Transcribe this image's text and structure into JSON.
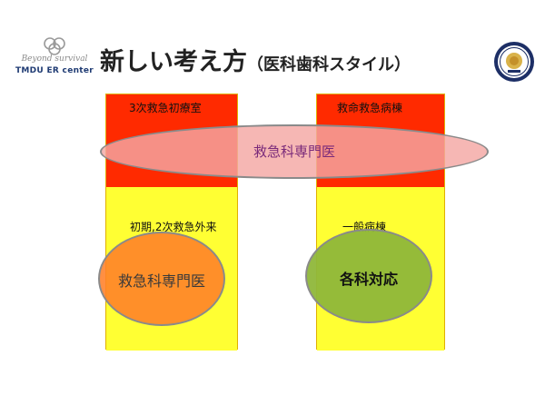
{
  "header": {
    "logo_script": "Beyond survival",
    "logo_name": "TMDU ER center",
    "title_main": "新しい考え方",
    "title_sub": "（医科歯科スタイル）"
  },
  "diagram": {
    "left_top_label": "3次救急初療室",
    "right_top_label": "救命救急病棟",
    "band_label": "救急科専門医",
    "left_bottom_label": "初期,2次救急外来",
    "left_oval_label": "救急科専門医",
    "right_bottom_label": "一般病棟",
    "right_oval_label": "各科対応"
  },
  "colors": {
    "red": "#ff2a00",
    "yellow": "#ffff33",
    "band": "#f4a7a4",
    "left_oval": "#ff8a33",
    "right_oval": "#8fb73a"
  }
}
